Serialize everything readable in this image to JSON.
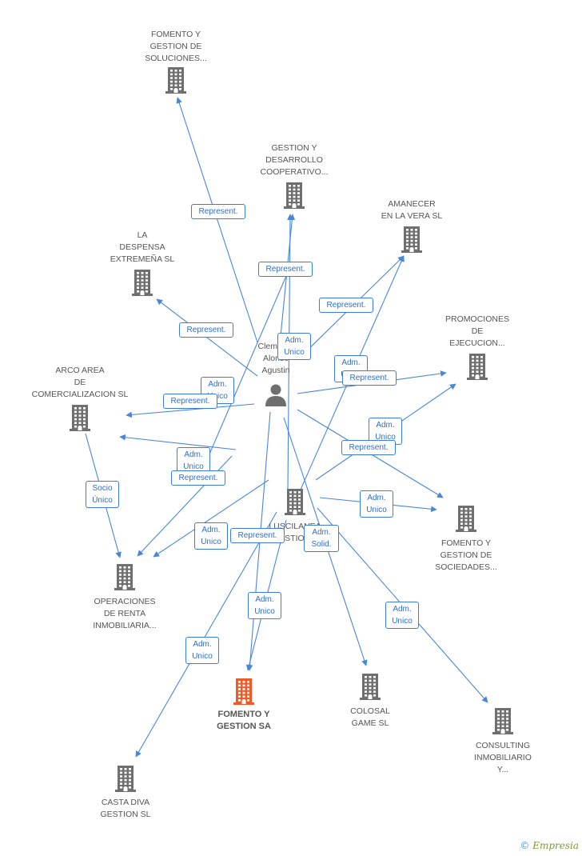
{
  "colors": {
    "edge": "#4a86d6",
    "building": "#6f6f6f",
    "focus_building": "#f05a28",
    "person": "#6f6f6f"
  },
  "nodes": [
    {
      "id": "fomento_soluciones",
      "label": "FOMENTO Y\nGESTION DE\nSOLUCIONES...",
      "icon": "building"
    },
    {
      "id": "gestion_desarrollo",
      "label": "GESTION Y\nDESARROLLO\nCOOPERATIVO...",
      "icon": "building"
    },
    {
      "id": "amanecer",
      "label": "AMANECER\nEN LA VERA  SL",
      "icon": "building"
    },
    {
      "id": "la_despensa",
      "label": "LA\nDESPENSA\nEXTREMEÑA SL",
      "icon": "building"
    },
    {
      "id": "promociones",
      "label": "PROMOCIONES\nDE\nEJECUCION...",
      "icon": "building"
    },
    {
      "id": "arco_area",
      "label": "ARCO AREA\nDE\nCOMERCIALIZACION SL",
      "icon": "building"
    },
    {
      "id": "clemente",
      "label": "Clemente\nAlonso\nAgustin",
      "icon": "person"
    },
    {
      "id": "lusicilanea",
      "label": "LUSCILANEA\nGESTION...",
      "icon": "building"
    },
    {
      "id": "fomento_sociedades",
      "label": "FOMENTO Y\nGESTION DE\nSOCIEDADES...",
      "icon": "building"
    },
    {
      "id": "operaciones",
      "label": "OPERACIONES\nDE RENTA\nINMOBILIARIA...",
      "icon": "building"
    },
    {
      "id": "fomento_gestion_sa",
      "label": "FOMENTO Y\nGESTION SA",
      "icon": "building",
      "focus": true
    },
    {
      "id": "colosal",
      "label": "COLOSAL\nGAME  SL",
      "icon": "building"
    },
    {
      "id": "consulting",
      "label": "CONSULTING\nINMOBILIARIO\nY...",
      "icon": "building"
    },
    {
      "id": "casta_diva",
      "label": "CASTA DIVA\nGESTION SL",
      "icon": "building"
    }
  ],
  "edge_labels": [
    {
      "id": "e1",
      "text": "Represent."
    },
    {
      "id": "e2",
      "text": "Represent."
    },
    {
      "id": "e3",
      "text": "Adm.\nUnico"
    },
    {
      "id": "e4",
      "text": "Represent."
    },
    {
      "id": "e5",
      "text": "Represent."
    },
    {
      "id": "e6",
      "text": "Adm.\nUnico"
    },
    {
      "id": "e7",
      "text": "Represent."
    },
    {
      "id": "e8",
      "text": "Adm.\nUnico"
    },
    {
      "id": "e9",
      "text": "Represent."
    },
    {
      "id": "e10",
      "text": "Adm.\nUnico"
    },
    {
      "id": "e11",
      "text": "Represent."
    },
    {
      "id": "e12",
      "text": "Adm.\nUnico"
    },
    {
      "id": "e13",
      "text": "Represent."
    },
    {
      "id": "e14",
      "text": "Socio\nÚnico"
    },
    {
      "id": "e15",
      "text": "Adm.\nUnico"
    },
    {
      "id": "e16",
      "text": "Adm.\nUnico"
    },
    {
      "id": "e17",
      "text": "Represent."
    },
    {
      "id": "e18",
      "text": "Adm.\nSolid."
    },
    {
      "id": "e19",
      "text": "Adm.\nUnico"
    },
    {
      "id": "e20",
      "text": "Adm.\nUnico"
    },
    {
      "id": "e21",
      "text": "Adm.\nUnico"
    }
  ],
  "brand": {
    "copyright": "©",
    "name": "Empresia"
  }
}
